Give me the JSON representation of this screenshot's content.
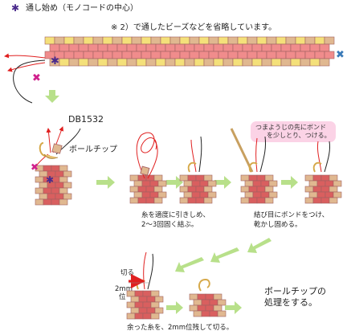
{
  "legend": {
    "marker_start_glyph": "✱",
    "marker_start_text": "通し始め（モノコードの中心）"
  },
  "top_note": "※ 2）で通したビーズなどを省略しています。",
  "labels": {
    "bead_code": "DB1532",
    "ball_chip": "ボールチップ",
    "bubble_line1": "つまようじの先にボンド",
    "bubble_line2": "を少しとり、つける。",
    "cut_label": "切る",
    "size_label_1": "2mm",
    "size_label_2": "位"
  },
  "captions": {
    "step2_line1": "糸を適度に引きしめ、",
    "step2_line2": "2〜3回固く結ぶ。",
    "step3_line1": "結び目にボンドをつけ、",
    "step3_line2": "乾かし固める。",
    "step5": "余った糸を、2mm位残して切る。",
    "step6_line1": "ボールチップの",
    "step6_line2": "処理をする。"
  },
  "colors": {
    "bead_yellow": "#f4e07a",
    "bead_pink": "#f08c8c",
    "bead_tan": "#e0b890",
    "bead_brick": "#d95f5f",
    "arrow_green": "#b8e08a",
    "thread_red": "#e02020",
    "marker_purple": "#4a2a8c",
    "marker_pink": "#d0208c",
    "marker_blue": "#3a7ab8",
    "bubble_pink": "#fbd3e6",
    "chip_gold": "#d6a94a"
  }
}
